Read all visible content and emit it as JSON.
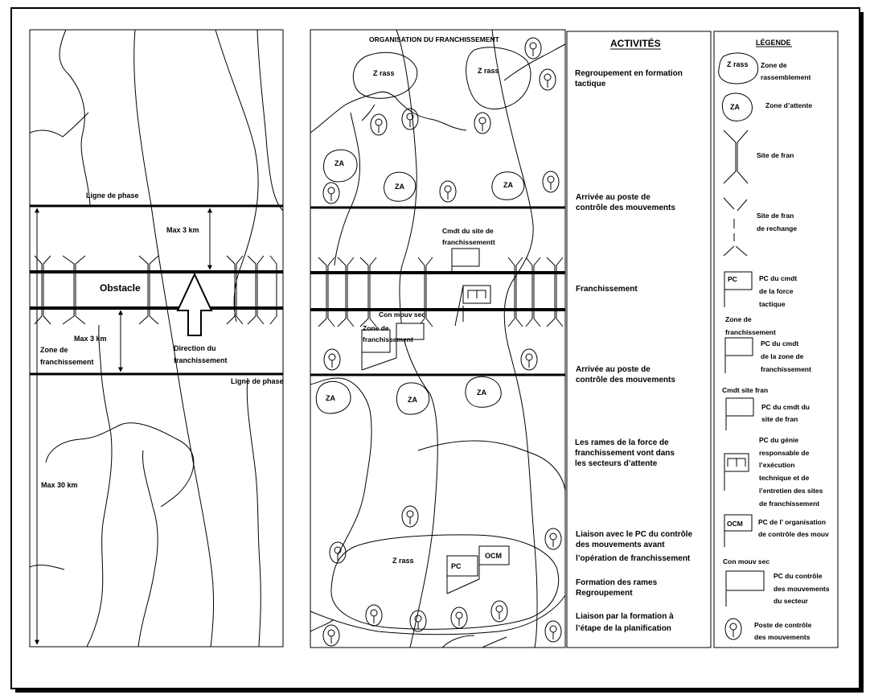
{
  "left_panel": {
    "ligne_phase_top": "Ligne de phase",
    "ligne_phase_bottom": "Ligne de phase",
    "max_top": "Max 3 km",
    "max_mid": "Max 3 km",
    "max_total": "Max 30 km",
    "obstacle": "Obstacle",
    "zone_franch_1": "Zone de",
    "zone_franch_2": "franchissement",
    "direction_1": "Direction du",
    "direction_2": "franchissement"
  },
  "middle_panel": {
    "title": "ORGANISATION DU FRANCHISSEMENT",
    "zrass": "Z rass",
    "za": "ZA",
    "cmdt_site_1": "Cmdt du site de",
    "cmdt_site_2": "franchissementt",
    "con_mouv": "Con mouv sec",
    "zone_franch_1": "Zone de",
    "zone_franch_2": "franchissement",
    "pc": "PC",
    "ocm": "OCM"
  },
  "activities": {
    "title": "ACTIVITÉS",
    "items": [
      [
        "Regroupement en formation",
        "tactique"
      ],
      [
        "Arrivée au poste de",
        "contrôle des mouvements"
      ],
      [
        "Franchissement"
      ],
      [
        "Arrivée au poste de",
        "contrôle des mouvements"
      ],
      [
        "Les rames de la force de",
        "franchissement vont dans",
        "les secteurs d’attente"
      ],
      [
        "Liaison avec le PC du contrôle",
        "des mouvements avant",
        "l’opération de franchissement"
      ],
      [
        "Formation des rames",
        "Regroupement"
      ],
      [
        "Liaison par la formation à",
        "l’étape de la planification"
      ]
    ]
  },
  "legend": {
    "title": "LÉGENDE",
    "zrass_symbol": "Z rass",
    "zrass_desc": [
      "Zone de",
      "rassemblement"
    ],
    "za_symbol": "ZA",
    "za_desc": [
      "Zone d’attente"
    ],
    "site_desc": [
      "Site de fran"
    ],
    "site_rechange_desc": [
      "Site de fran",
      "de rechange"
    ],
    "pc_symbol": "PC",
    "pc_force_desc": [
      "PC du cmdt",
      "de la force",
      "tactique"
    ],
    "zone_franch_header": [
      "Zone de",
      "franchissement"
    ],
    "pc_zone_desc": [
      "PC du cmdt",
      "de la zone de",
      "franchissement"
    ],
    "cmdt_site_header": "Cmdt site fran",
    "pc_site_desc": [
      "PC du cmdt du",
      "site de fran"
    ],
    "genie_desc": [
      "PC du génie",
      "responsable de",
      "l’exécution",
      "technique et de",
      "l’entretien des sites",
      "de franchissement"
    ],
    "ocm_symbol": "OCM",
    "ocm_desc": [
      "PC de l’ organisation",
      "de contrôle des mouv"
    ],
    "con_mouv_header": "Con mouv sec",
    "pc_controle_desc": [
      "PC du contrôle",
      "des mouvements",
      "du secteur"
    ],
    "poste_desc": [
      "Poste de contrôle",
      "des mouvements"
    ]
  }
}
